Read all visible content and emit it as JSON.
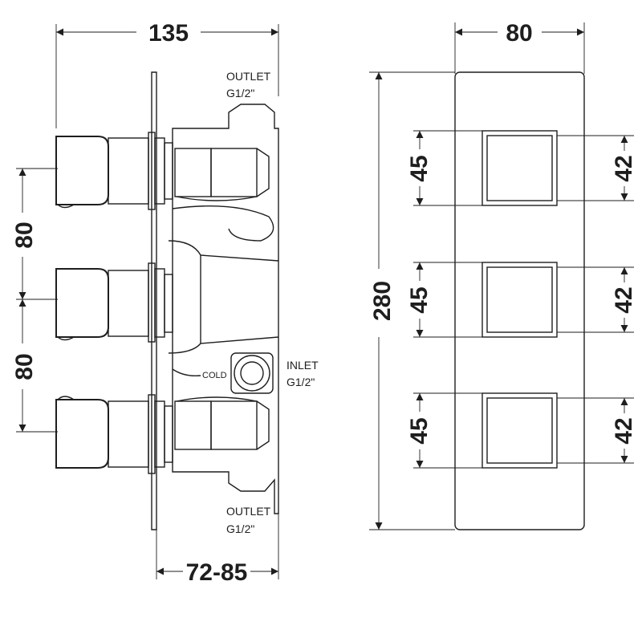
{
  "side_view": {
    "width_dim": "135",
    "spacing_top": "80",
    "spacing_bottom": "80",
    "depth_dim": "72-85",
    "outlet_top": {
      "label": "OUTLET",
      "thread": "G1/2\""
    },
    "outlet_bottom": {
      "label": "OUTLET",
      "thread": "G1/2\""
    },
    "inlet": {
      "label": "INLET",
      "thread": "G1/2\""
    },
    "cold_label": "COLD"
  },
  "front_view": {
    "width_dim": "80",
    "height_dim": "280",
    "knobs": [
      {
        "left_dim": "45",
        "right_dim": "42"
      },
      {
        "left_dim": "45",
        "right_dim": "42"
      },
      {
        "left_dim": "45",
        "right_dim": "42"
      }
    ]
  },
  "colors": {
    "line": "#1e1e1e",
    "background": "#ffffff"
  }
}
